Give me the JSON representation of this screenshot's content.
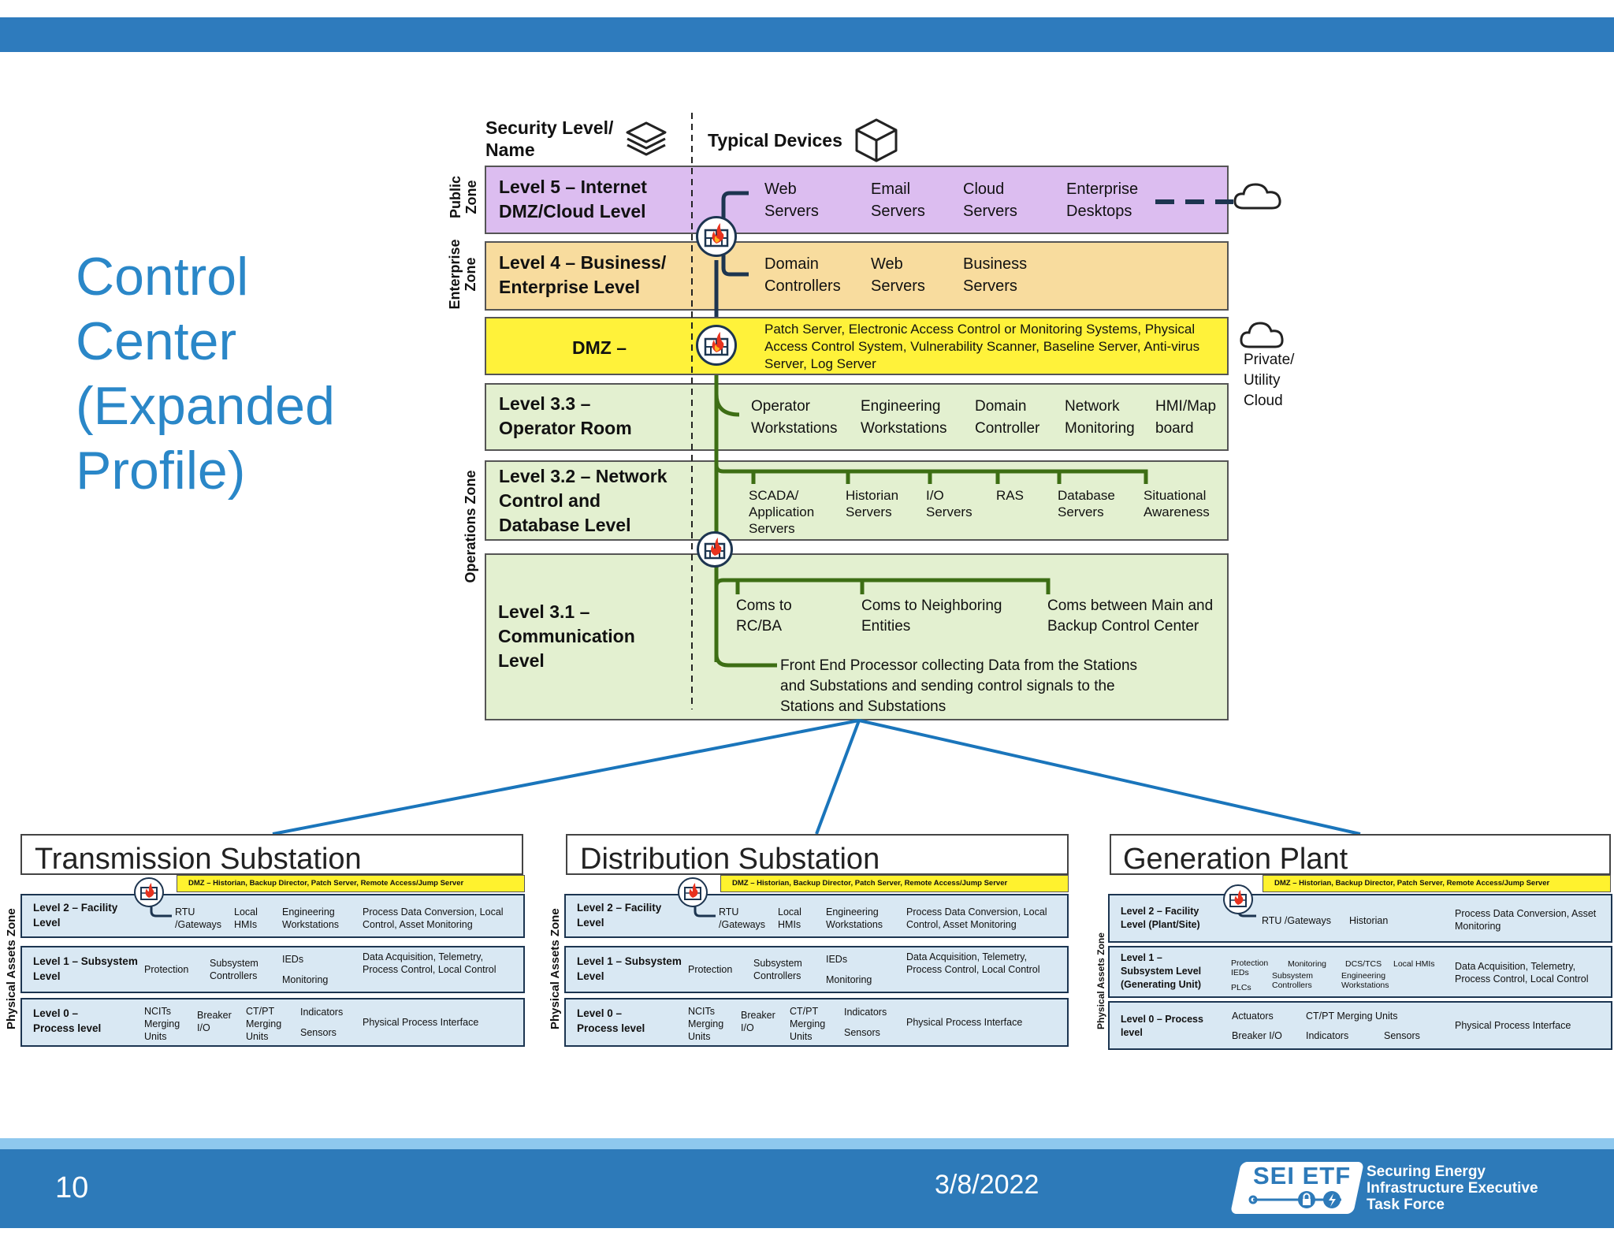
{
  "title": "Control Center (Expanded Profile)",
  "headers": {
    "security_level": "Security Level/\nName",
    "typical_devices": "Typical Devices"
  },
  "zones": {
    "public": "Public Zone",
    "enterprise": "Enterprise Zone",
    "operations": "Operations Zone"
  },
  "levels": {
    "l5": {
      "name": "Level 5 – Internet DMZ/Cloud Level",
      "devices": [
        "Web Servers",
        "Email Servers",
        "Cloud Servers",
        "Enterprise Desktops"
      ]
    },
    "l4": {
      "name": "Level 4 – Business/ Enterprise Level",
      "devices": [
        "Domain Controllers",
        "Web Servers",
        "Business Servers"
      ]
    },
    "dmz": {
      "name": "DMZ –",
      "devices": "Patch Server, Electronic Access Control or Monitoring Systems, Physical Access Control System, Vulnerability Scanner, Baseline Server, Anti-virus Server, Log Server"
    },
    "l33": {
      "name": "Level 3.3 – Operator Room",
      "devices": [
        "Operator Workstations",
        "Engineering Workstations",
        "Domain Controller",
        "Network Monitoring",
        "HMI/Map board"
      ]
    },
    "l32": {
      "name": "Level 3.2 – Network Control and Database Level",
      "devices": [
        "SCADA/ Application Servers",
        "Historian Servers",
        "I/O Servers",
        "RAS",
        "Database Servers",
        "Situational Awareness"
      ]
    },
    "l31": {
      "name": "Level 3.1 – Communication Level",
      "devices": [
        "Coms to RC/BA",
        "Coms to Neighboring Entities",
        "Coms between Main and Backup Control Center"
      ],
      "fep": "Front End Processor collecting Data from the Stations and Substations and sending control signals to the Stations and Substations"
    }
  },
  "private_cloud": "Private/ Utility Cloud",
  "substations": {
    "transmission": {
      "title": "Transmission Substation",
      "dmz": "DMZ – Historian, Backup Director, Patch Server, Remote Access/Jump Server",
      "zone": "Physical Assets Zone",
      "l2": {
        "name": "Level 2 – Facility Level",
        "items": [
          "RTU /Gateways",
          "Local HMIs",
          "Engineering Workstations",
          "Process Data Conversion, Local Control, Asset Monitoring"
        ]
      },
      "l1": {
        "name": "Level 1 – Subsystem Level",
        "items": [
          "Protection",
          "Subsystem Controllers",
          "IEDs",
          "Monitoring",
          "Data Acquisition, Telemetry, Process Control, Local Control"
        ]
      },
      "l0": {
        "name": "Level 0 – Process level",
        "items": [
          "NCITs Merging Units",
          "Breaker I/O",
          "CT/PT Merging Units",
          "Indicators",
          "Sensors",
          "Physical Process Interface"
        ]
      }
    },
    "distribution": {
      "title": "Distribution Substation",
      "dmz": "DMZ – Historian, Backup Director, Patch Server, Remote Access/Jump Server",
      "zone": "Physical Assets Zone",
      "l2": {
        "name": "Level 2 – Facility Level",
        "items": [
          "RTU /Gateways",
          "Local HMIs",
          "Engineering Workstations",
          "Process Data Conversion, Local Control, Asset Monitoring"
        ]
      },
      "l1": {
        "name": "Level 1 – Subsystem Level",
        "items": [
          "Protection",
          "Subsystem Controllers",
          "IEDs",
          "Monitoring",
          "Data Acquisition, Telemetry, Process Control, Local Control"
        ]
      },
      "l0": {
        "name": "Level 0 – Process level",
        "items": [
          "NCITs Merging Units",
          "Breaker I/O",
          "CT/PT Merging Units",
          "Indicators",
          "Sensors",
          "Physical Process Interface"
        ]
      }
    },
    "generation": {
      "title": "Generation Plant",
      "dmz": "DMZ – Historian, Backup Director, Patch Server, Remote Access/Jump Server",
      "zone": "Physical Assets Zone",
      "l2": {
        "name": "Level 2 – Facility Level (Plant/Site)",
        "items": [
          "RTU /Gateways",
          "Historian",
          "Process Data Conversion, Asset Monitoring"
        ]
      },
      "l1": {
        "name": "Level 1 – Subsystem Level (Generating Unit)",
        "items": [
          "Protection IEDs",
          "PLCs",
          "Monitoring",
          "Subsystem Controllers",
          "DCS/TCS",
          "Engineering Workstations",
          "Local HMIs",
          "Data Acquisition, Telemetry, Process Control, Local Control"
        ]
      },
      "l0": {
        "name": "Level 0 – Process level",
        "items": [
          "Actuators",
          "Breaker I/O",
          "CT/PT Merging Units",
          "Indicators",
          "Sensors",
          "Physical Process Interface"
        ]
      }
    }
  },
  "footer": {
    "page": "10",
    "date": "3/8/2022",
    "logo": "SEI ETF",
    "logo_tagline": "Securing Energy Infrastructure Executive Task Force"
  },
  "colors": {
    "level5": "#dcbdf0",
    "level4": "#f8dc9e",
    "dmz": "#fff23a",
    "operations": "#e3f0d0",
    "substation_level": "#d9e8f3",
    "accent": "#2e7bbd",
    "network_line": "#3d6e14"
  }
}
